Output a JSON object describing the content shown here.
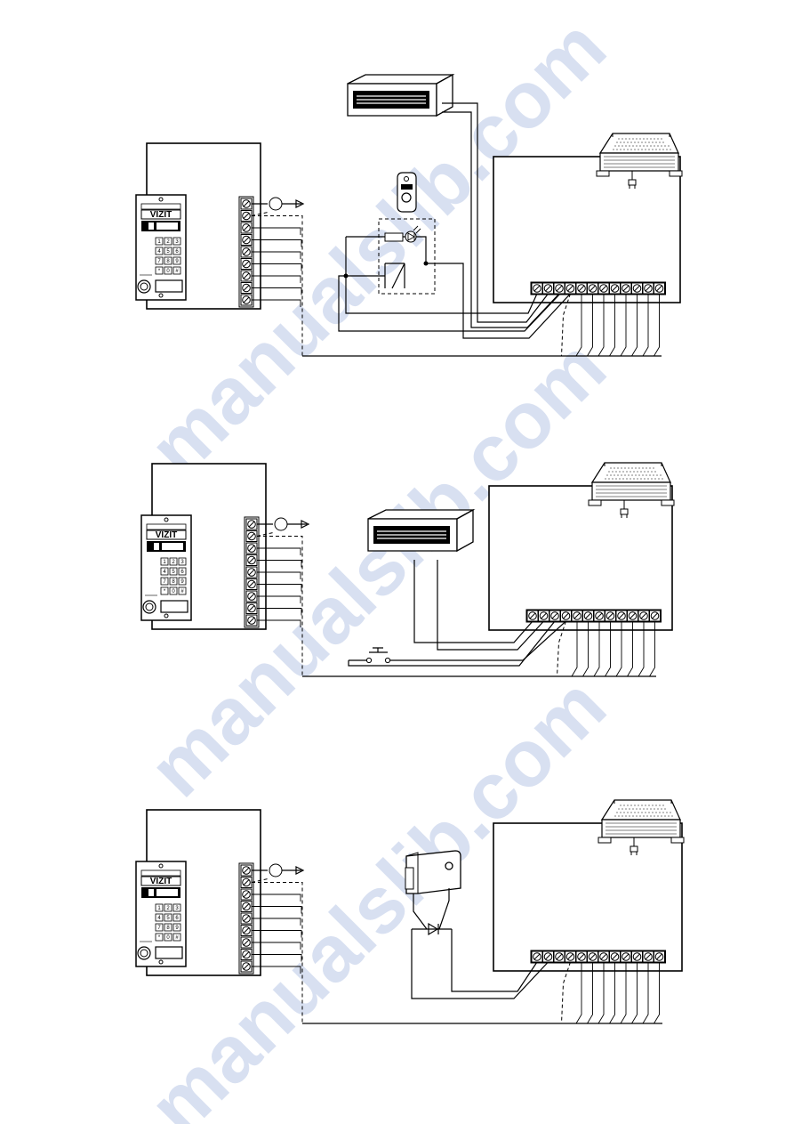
{
  "watermark": "manualslib.com",
  "panel_brand": "VIZIT",
  "keypad_keys": [
    "1",
    "2",
    "3",
    "4",
    "5",
    "6",
    "7",
    "8",
    "9",
    "*",
    "0",
    "#"
  ],
  "terminals": {
    "panel_count": 9,
    "psu_count": 12
  },
  "diagrams": [
    {
      "id": "diagram-1",
      "lock": "electromagnetic-lock",
      "exit_device": "exit-button-with-led"
    },
    {
      "id": "diagram-2",
      "lock": "electromagnetic-lock",
      "exit_device": "push-button"
    },
    {
      "id": "diagram-3",
      "lock": "electromechanical-lock-with-diode",
      "exit_device": "none"
    }
  ]
}
